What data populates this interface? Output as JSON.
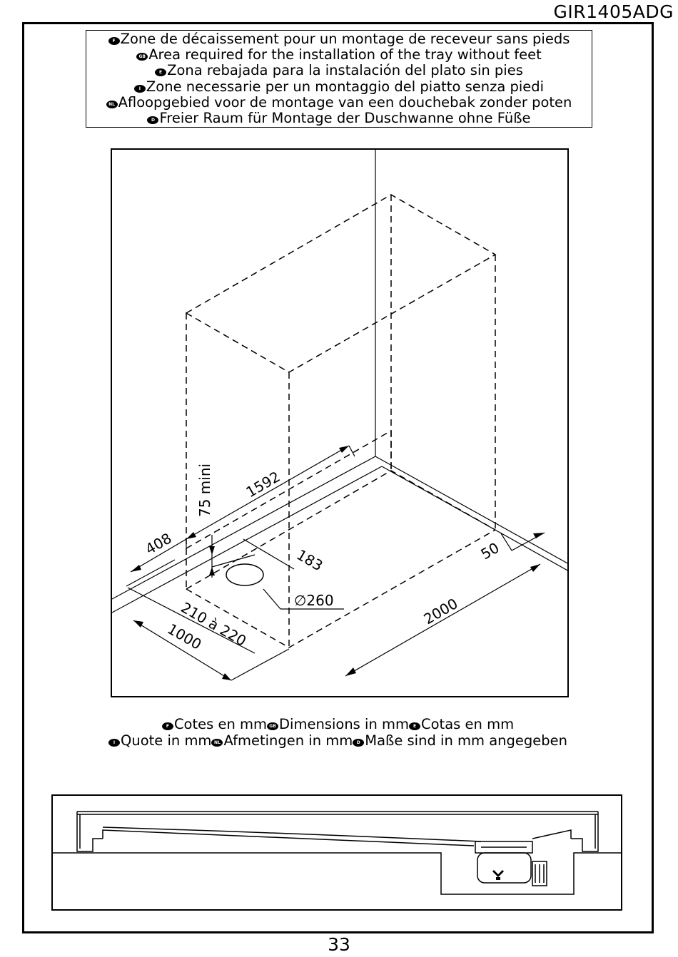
{
  "document": {
    "reference": "GIR1405ADG",
    "page_number": "33"
  },
  "title_lines": [
    {
      "flag": "F",
      "text": "Zone de décaissement pour un montage de receveur sans pieds"
    },
    {
      "flag": "GB",
      "text": "Area required for the installation of the tray without feet"
    },
    {
      "flag": "E",
      "text": "Zona rebajada para la instalación del plato sin pies"
    },
    {
      "flag": "I",
      "text": "Zone necessarie per un montaggio del piatto senza piedi"
    },
    {
      "flag": "NL",
      "text": "Afloopgebied voor de montage van een douchebak zonder poten"
    },
    {
      "flag": "D",
      "text": "Freier Raum für Montage der Duschwanne ohne Füße"
    }
  ],
  "dimensions": {
    "d1592": "1592",
    "d75": "75 mini",
    "d408": "408",
    "d183": "183",
    "d260": "260",
    "d210": "210 à 220",
    "d1000": "1000",
    "d2000": "2000",
    "d50": "50",
    "diameter_symbol": "∅"
  },
  "units": {
    "line1": [
      {
        "flag": "F",
        "text": "Cotes en mm"
      },
      {
        "flag": "GB",
        "text": "Dimensions in mm"
      },
      {
        "flag": "E",
        "text": "Cotas en mm"
      }
    ],
    "line2": [
      {
        "flag": "I",
        "text": "Quote in mm"
      },
      {
        "flag": "NL",
        "text": "Afmetingen in mm"
      },
      {
        "flag": "D",
        "text": "Maße sind in mm angegeben"
      }
    ]
  }
}
